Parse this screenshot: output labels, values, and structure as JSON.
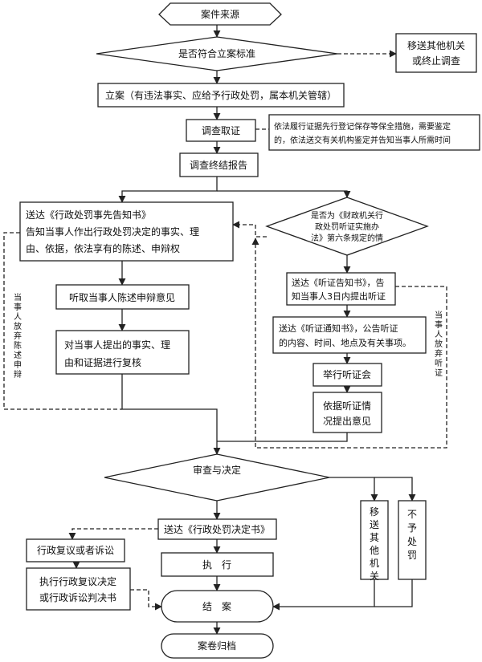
{
  "nodes": {
    "start": "案件来源",
    "criteria": "是否符合立案标准",
    "transfer_or_stop": [
      "移送其他机关",
      "或终止调查"
    ],
    "filing": "立案（有违法事实、应给予行政处罚，属本机关管辖）",
    "investigate": "调查取证",
    "evidence_note": [
      "依法履行证据先行登记保存等保全措施，需要鉴定",
      "的，依法送交有关机构鉴定并告知当事人所需时间"
    ],
    "final_report": "调查终结报告",
    "prior_notice": [
      "送达《行政处罚事先告知书》",
      "告知当事人作出行政处罚决定的事实、理",
      "由、依据，依法享有的陈述、申辩权"
    ],
    "hearing_question": [
      "是否为《财政机关行",
      "政处罚听证实施办",
      "法》第六条规定的情"
    ],
    "listen": "听取当事人陈述申辩意见",
    "review_facts": [
      "对当事人提出的事实、理",
      "由和证据进行复核"
    ],
    "hearing_notice": [
      "送达《听证告知书》，告",
      "知当事人3日内提出听证"
    ],
    "hearing_notification": [
      "送达《听证通知书》，公告听证",
      "的内容、时间、地点及有关事项。"
    ],
    "hold_hearing": "举行听证会",
    "hearing_opinion": [
      "依据听证情",
      "况提出意见"
    ],
    "review_decide": "审查与决定",
    "transfer_other": "移送其他机关",
    "no_penalty": "不予处罚",
    "deliver_decision": "送达《行政处罚决定书》",
    "reconsideration": "行政复议或者诉讼",
    "execute_judgment": [
      "执行行政复议决定",
      "或行政诉讼判决书"
    ],
    "execute": "执　行",
    "close_case": "结　案",
    "archive": "案卷归档"
  },
  "side_labels": {
    "waive_statement": "当事人放弃陈述申辩",
    "waive_hearing": "当事人放弃听证"
  }
}
